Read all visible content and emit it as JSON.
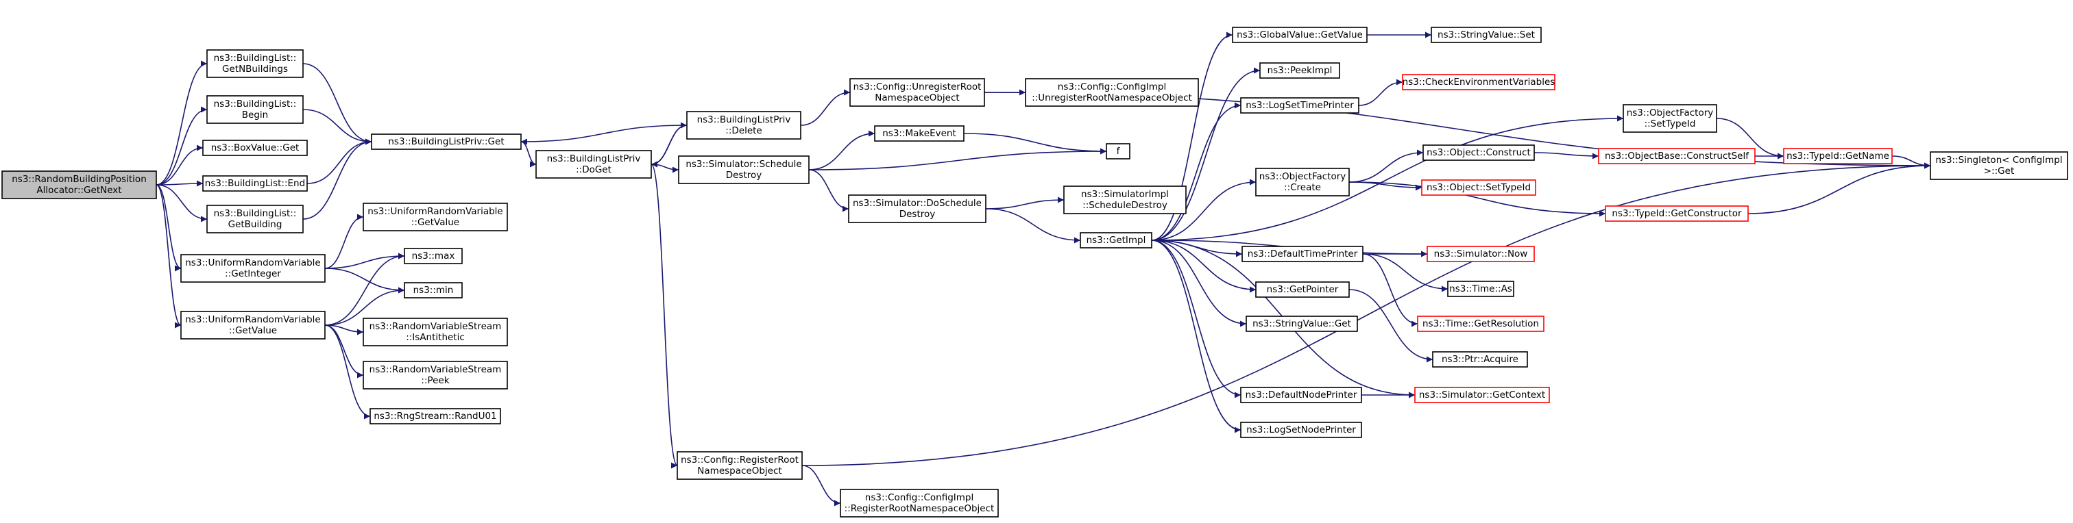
{
  "diagram": {
    "type": "call-graph",
    "colors": {
      "edge": "#191970",
      "root_fill": "#bfbfbf",
      "node_border": "#000000",
      "highlight_border": "#ff0000"
    },
    "nodes": [
      {
        "id": "root",
        "lines": [
          "ns3::RandomBuildingPosition",
          "Allocator::GetNext"
        ],
        "style": "root"
      },
      {
        "id": "getNBuildings",
        "lines": [
          "ns3::BuildingList::",
          "GetNBuildings"
        ],
        "style": "normal"
      },
      {
        "id": "begin",
        "lines": [
          "ns3::BuildingList::",
          "Begin"
        ],
        "style": "normal"
      },
      {
        "id": "boxGet",
        "lines": [
          "ns3::BoxValue::Get"
        ],
        "style": "normal"
      },
      {
        "id": "end",
        "lines": [
          "ns3::BuildingList::End"
        ],
        "style": "normal"
      },
      {
        "id": "getBuilding",
        "lines": [
          "ns3::BuildingList::",
          "GetBuilding"
        ],
        "style": "normal"
      },
      {
        "id": "uGetInteger",
        "lines": [
          "ns3::UniformRandomVariable",
          "::GetInteger"
        ],
        "style": "normal"
      },
      {
        "id": "uGetValue",
        "lines": [
          "ns3::UniformRandomVariable",
          "::GetValue"
        ],
        "style": "normal"
      },
      {
        "id": "blpGet",
        "lines": [
          "ns3::BuildingListPriv::Get"
        ],
        "style": "normal"
      },
      {
        "id": "uGetValue2",
        "lines": [
          "ns3::UniformRandomVariable",
          "::GetValue"
        ],
        "style": "normal"
      },
      {
        "id": "max",
        "lines": [
          "ns3::max"
        ],
        "style": "normal"
      },
      {
        "id": "min",
        "lines": [
          "ns3::min"
        ],
        "style": "normal"
      },
      {
        "id": "isAnti",
        "lines": [
          "ns3::RandomVariableStream",
          "::IsAntithetic"
        ],
        "style": "normal"
      },
      {
        "id": "peek",
        "lines": [
          "ns3::RandomVariableStream",
          "::Peek"
        ],
        "style": "normal"
      },
      {
        "id": "randU01",
        "lines": [
          "ns3::RngStream::RandU01"
        ],
        "style": "normal"
      },
      {
        "id": "doGet",
        "lines": [
          "ns3::BuildingListPriv",
          "::DoGet"
        ],
        "style": "normal"
      },
      {
        "id": "blpDelete",
        "lines": [
          "ns3::BuildingListPriv",
          "::Delete"
        ],
        "style": "normal"
      },
      {
        "id": "schedDestroy",
        "lines": [
          "ns3::Simulator::Schedule",
          "Destroy"
        ],
        "style": "normal"
      },
      {
        "id": "regRoot",
        "lines": [
          "ns3::Config::RegisterRoot",
          "NamespaceObject"
        ],
        "style": "normal"
      },
      {
        "id": "unregRoot",
        "lines": [
          "ns3::Config::UnregisterRoot",
          "NamespaceObject"
        ],
        "style": "normal"
      },
      {
        "id": "makeEvent",
        "lines": [
          "ns3::MakeEvent"
        ],
        "style": "normal"
      },
      {
        "id": "doSchedDestroy",
        "lines": [
          "ns3::Simulator::DoSchedule",
          "Destroy"
        ],
        "style": "normal"
      },
      {
        "id": "cfgRegRoot",
        "lines": [
          "ns3::Config::ConfigImpl",
          "::RegisterRootNamespaceObject"
        ],
        "style": "normal"
      },
      {
        "id": "cfgUnregRoot",
        "lines": [
          "ns3::Config::ConfigImpl",
          "::UnregisterRootNamespaceObject"
        ],
        "style": "normal"
      },
      {
        "id": "f",
        "lines": [
          "f"
        ],
        "style": "normal"
      },
      {
        "id": "simImplSched",
        "lines": [
          "ns3::SimulatorImpl",
          "::ScheduleDestroy"
        ],
        "style": "normal"
      },
      {
        "id": "getImpl",
        "lines": [
          "ns3::GetImpl"
        ],
        "style": "normal"
      },
      {
        "id": "globalGetValue",
        "lines": [
          "ns3::GlobalValue::GetValue"
        ],
        "style": "normal"
      },
      {
        "id": "peekImpl",
        "lines": [
          "ns3::PeekImpl"
        ],
        "style": "normal"
      },
      {
        "id": "logSetTime",
        "lines": [
          "ns3::LogSetTimePrinter"
        ],
        "style": "normal"
      },
      {
        "id": "objFactCreate",
        "lines": [
          "ns3::ObjectFactory",
          "::Create"
        ],
        "style": "normal"
      },
      {
        "id": "defTimePrinter",
        "lines": [
          "ns3::DefaultTimePrinter"
        ],
        "style": "normal"
      },
      {
        "id": "getPointer",
        "lines": [
          "ns3::GetPointer"
        ],
        "style": "normal"
      },
      {
        "id": "strValGet",
        "lines": [
          "ns3::StringValue::Get"
        ],
        "style": "normal"
      },
      {
        "id": "defNodePrinter",
        "lines": [
          "ns3::DefaultNodePrinter"
        ],
        "style": "normal"
      },
      {
        "id": "logSetNode",
        "lines": [
          "ns3::LogSetNodePrinter"
        ],
        "style": "normal"
      },
      {
        "id": "strValSet",
        "lines": [
          "ns3::StringValue::Set"
        ],
        "style": "normal"
      },
      {
        "id": "checkEnv",
        "lines": [
          "ns3::CheckEnvironmentVariables"
        ],
        "style": "red"
      },
      {
        "id": "objFactSetTypeId",
        "lines": [
          "ns3::ObjectFactory",
          "::SetTypeId"
        ],
        "style": "normal"
      },
      {
        "id": "objConstruct",
        "lines": [
          "ns3::Object::Construct"
        ],
        "style": "normal"
      },
      {
        "id": "objSetTypeId",
        "lines": [
          "ns3::Object::SetTypeId"
        ],
        "style": "red"
      },
      {
        "id": "simNow",
        "lines": [
          "ns3::Simulator::Now"
        ],
        "style": "red"
      },
      {
        "id": "timeAs",
        "lines": [
          "ns3::Time::As"
        ],
        "style": "normal"
      },
      {
        "id": "timeRes",
        "lines": [
          "ns3::Time::GetResolution"
        ],
        "style": "red"
      },
      {
        "id": "ptrAcquire",
        "lines": [
          "ns3::Ptr::Acquire"
        ],
        "style": "normal"
      },
      {
        "id": "simGetContext",
        "lines": [
          "ns3::Simulator::GetContext"
        ],
        "style": "red"
      },
      {
        "id": "objBaseConstruct",
        "lines": [
          "ns3::ObjectBase::ConstructSelf"
        ],
        "style": "red"
      },
      {
        "id": "typeIdGetName",
        "lines": [
          "ns3::TypeId::GetName"
        ],
        "style": "red"
      },
      {
        "id": "typeIdGetCtor",
        "lines": [
          "ns3::TypeId::GetConstructor"
        ],
        "style": "red"
      },
      {
        "id": "singletonGet",
        "lines": [
          "ns3::Singleton< ConfigImpl",
          " >::Get"
        ],
        "style": "normal"
      }
    ]
  }
}
